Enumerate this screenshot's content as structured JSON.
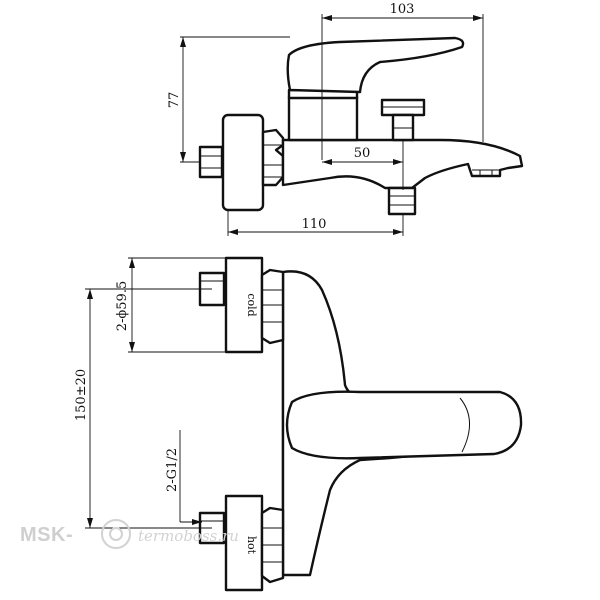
{
  "dimensions": {
    "width_103": "103",
    "height_77": "77",
    "depth_50": "50",
    "width_110": "110",
    "diameter_ports": "2-ϕ59.5",
    "center_distance": "150±20",
    "thread": "2-G1/2"
  },
  "ports": {
    "cold_label": "cold",
    "hot_label": "hot"
  },
  "watermark": {
    "brand": "MSK-",
    "domain": "termoboss.ru"
  }
}
